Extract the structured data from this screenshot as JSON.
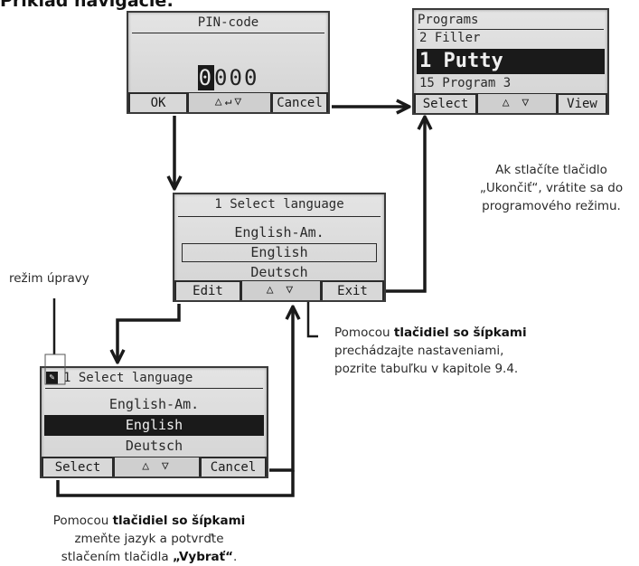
{
  "page": {
    "title": "Príklad navigácie:"
  },
  "pin_screen": {
    "title": "PIN-code",
    "cursor_digit": "0",
    "digits": "000",
    "softkeys": {
      "ok": "OK",
      "nav": "△↵▽",
      "cancel": "Cancel"
    }
  },
  "programs_screen": {
    "title": "Programs",
    "rows": [
      "2 Filler",
      "1 Putty",
      "15 Program 3"
    ],
    "softkeys": {
      "select": "Select",
      "nav": "△ ▽",
      "view": "View"
    }
  },
  "language_screen": {
    "title": "1 Select language",
    "rows": [
      "English-Am.",
      "English",
      "Deutsch"
    ],
    "softkeys": {
      "edit": "Edit",
      "nav": "△ ▽",
      "exit": "Exit"
    }
  },
  "edit_screen": {
    "title": "1 Select language",
    "rows": [
      "English-Am.",
      "English",
      "Deutsch"
    ],
    "softkeys": {
      "select": "Select",
      "nav": "△ ▽",
      "cancel": "Cancel"
    }
  },
  "annotations": {
    "exit_note": [
      "Ak stlačíte tlačidlo",
      "„Ukončiť“, vrátite sa do",
      "programového režimu."
    ],
    "edit_mode": "režim úpravy",
    "arrows_note": {
      "bold": "tlačidiel so šípkami",
      "lead": "Pomocou ",
      "lines": [
        "prechádzajte nastaveniami,",
        "pozrite tabuľku v kapitole 9.4."
      ]
    },
    "select_note": {
      "lead": "Pomocou ",
      "bold": "tlačidiel so šípkami",
      "line2": "zmeňte jazyk a potvrďte",
      "line3_lead": "stlačením tlačidla ",
      "line3_bold": "„Vybrať“",
      "line3_tail": "."
    }
  }
}
